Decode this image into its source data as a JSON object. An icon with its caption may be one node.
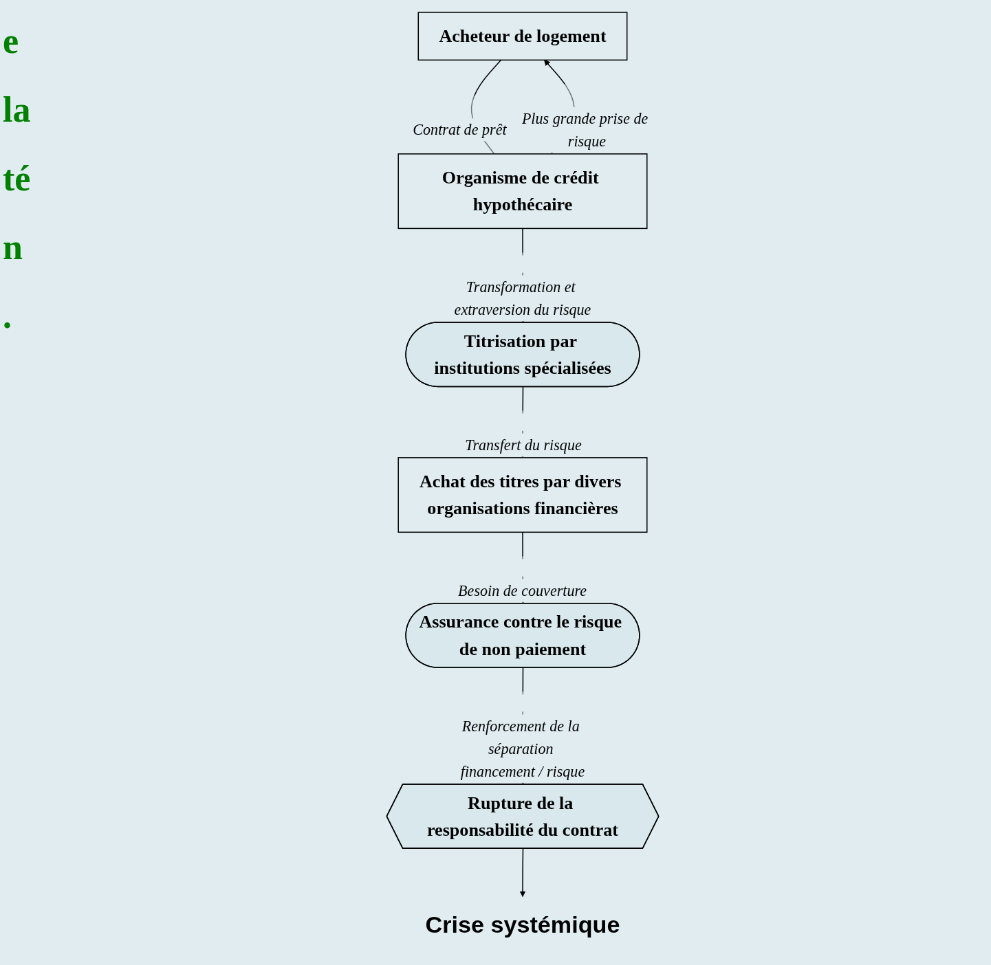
{
  "diagram": {
    "nodes": [
      {
        "text": [
          "Achat des titres par divers organisations financières"
        ]
      },
      {
        "text": [
          "Titrisation par institutions spécialisées"
        ]
      },
      {
        "text": [
          "Assurance contre le risque de non paiement"
        ]
      },
      {
        "text": [
          "Acheteur de logement"
        ]
      },
      {
        "text": [
          "Organisme de crédit hypothécaire"
        ]
      },
      {
        "text": [
          "Rupture de la responsabilité du contrat"
        ]
      },
      {
        "text": [
          "Crise systémique"
        ]
      }
    ],
    "edges": [
      {
        "from": 1,
        "to": 0,
        "arrow": "to",
        "label": "Transfert du risque"
      },
      {
        "from": 0,
        "to": 2,
        "arrow": "to",
        "label": "Besoin de couverture"
      },
      {
        "from": 4,
        "to": 1,
        "arrow": "to",
        "label": "Transformation et extraversion du risque"
      },
      {
        "from": 3,
        "to": 4,
        "arrow": "none",
        "label": "Contrat de prêt"
      },
      {
        "from": 4,
        "to": 3,
        "arrow": "to",
        "label": "Plus grande prise de risque"
      },
      {
        "from": 2,
        "to": 5,
        "arrow": "to",
        "label": "Renforcement de la séparation financement / risque"
      },
      {
        "from": 5,
        "to": 6,
        "arrow": "to"
      }
    ],
    "labels": [
      "e",
      "la",
      "té",
      "n",
      "."
    ]
  }
}
